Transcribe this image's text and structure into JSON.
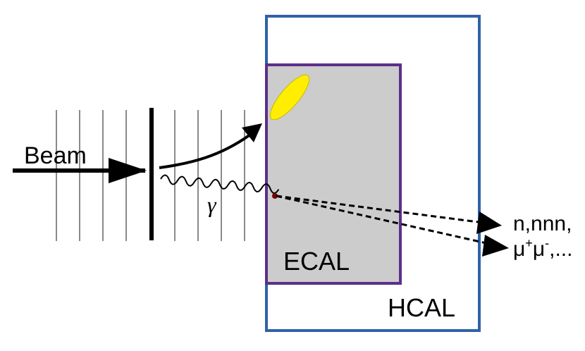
{
  "labels": {
    "beam": "Beam",
    "photon": "γ",
    "ecal": "ECAL",
    "hcal": "HCAL",
    "products_line1": "n,nnn,",
    "products_line2_base1": "μ",
    "products_line2_sup1": "+",
    "products_line2_base2": "μ",
    "products_line2_sup2": "-",
    "products_line2_tail": ",..."
  },
  "colors": {
    "hcal_border": "#2f62a8",
    "ecal_border": "#5b2f8a",
    "ecal_fill": "#cccccc",
    "shower": "#ffee00",
    "grid_lines": "#8a8a8a",
    "vertex": "#7a0000",
    "ink": "#000000"
  }
}
